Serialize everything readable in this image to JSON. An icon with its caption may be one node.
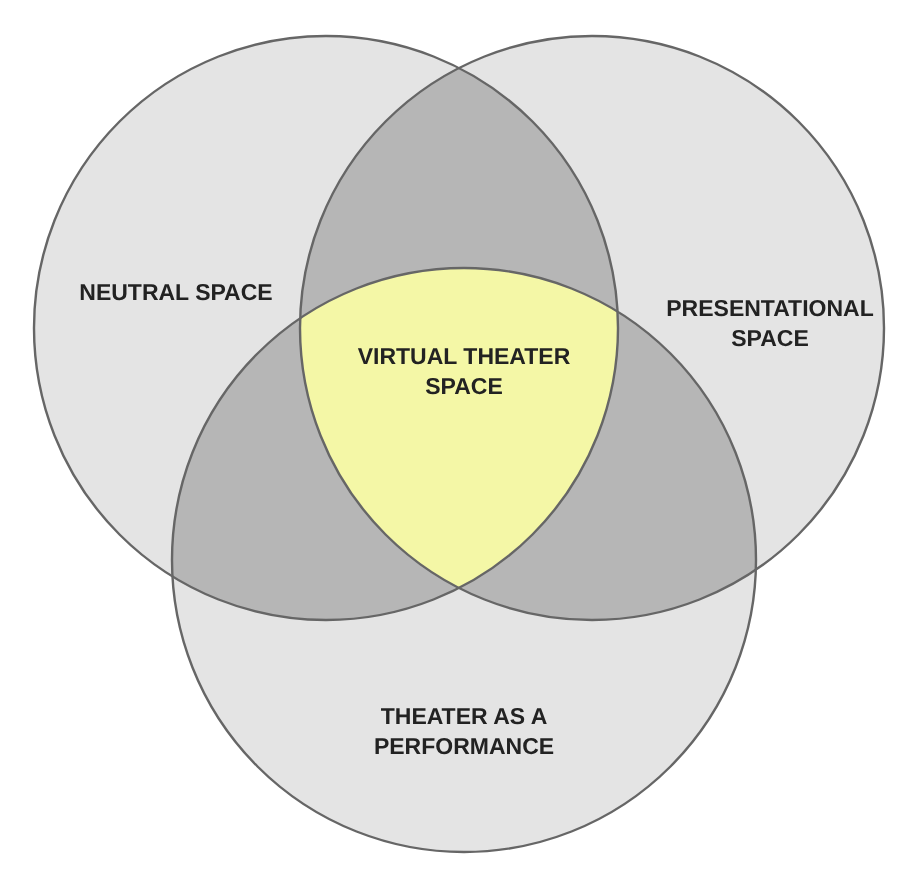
{
  "diagram": {
    "nodes": [
      {
        "text": [
          "NEUTRAL SPACE"
        ]
      },
      {
        "text": [
          "PRESENTATIONAL SPACE"
        ]
      },
      {
        "text": [
          "THEATER AS A PERFORMANCE"
        ]
      },
      {
        "text": [
          "VIRTUAL THEATER SPACE"
        ]
      }
    ]
  }
}
